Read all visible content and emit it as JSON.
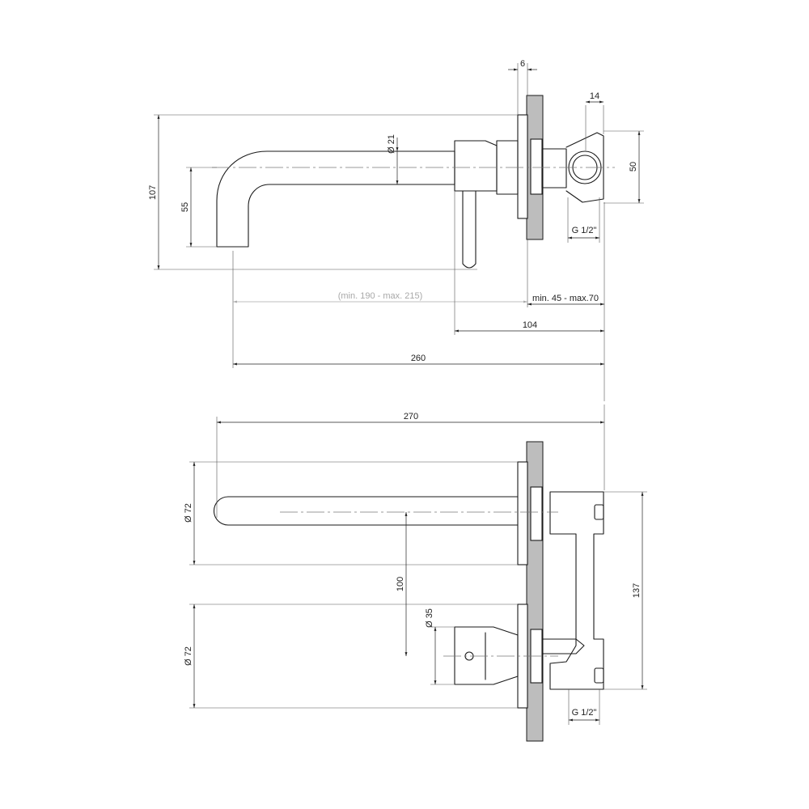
{
  "side_view": {
    "dims": {
      "wall_plate": "6",
      "connector_width": "14",
      "spout_diameter": "Ø 21",
      "total_height": "107",
      "spout_outlet_height": "55",
      "body_height": "50",
      "thread_top": "G 1/2\"",
      "projection_range": "(min. 190 - max. 215)",
      "install_depth": "min. 45 - max.70",
      "handle_depth": "104",
      "overall_length": "260"
    }
  },
  "front_view": {
    "dims": {
      "overall_width": "270",
      "rosette_upper": "Ø 72",
      "rosette_lower": "Ø 72",
      "axis_distance": "100",
      "handle_diameter": "Ø 35",
      "body_height": "137",
      "thread_bottom": "G 1/2\""
    }
  }
}
